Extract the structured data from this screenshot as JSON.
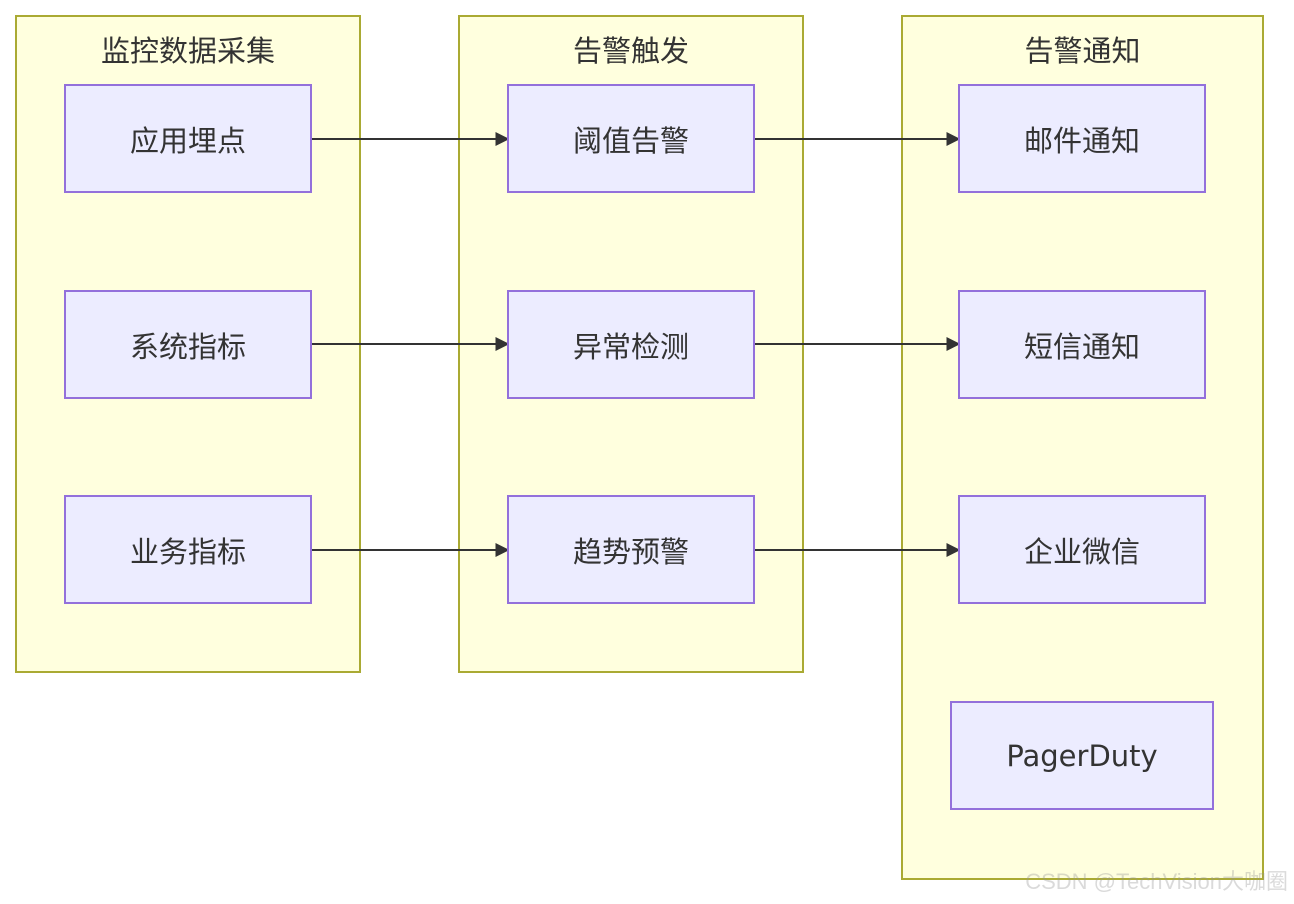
{
  "clusters": {
    "collect": {
      "title": "监控数据采集"
    },
    "trigger": {
      "title": "告警触发"
    },
    "notify": {
      "title": "告警通知"
    }
  },
  "nodes": {
    "app_tracing": "应用埋点",
    "system_metrics": "系统指标",
    "business_metrics": "业务指标",
    "threshold_alert": "阈值告警",
    "anomaly_detection": "异常检测",
    "trend_warning": "趋势预警",
    "email_notify": "邮件通知",
    "sms_notify": "短信通知",
    "wecom": "企业微信",
    "pagerduty": "PagerDuty"
  },
  "edges": [
    {
      "from": "app_tracing",
      "to": "threshold_alert"
    },
    {
      "from": "system_metrics",
      "to": "anomaly_detection"
    },
    {
      "from": "business_metrics",
      "to": "trend_warning"
    },
    {
      "from": "threshold_alert",
      "to": "email_notify"
    },
    {
      "from": "anomaly_detection",
      "to": "sms_notify"
    },
    {
      "from": "trend_warning",
      "to": "wecom"
    }
  ],
  "colors": {
    "cluster_fill": "#ffffde",
    "cluster_border": "#aaaa33",
    "node_fill": "#ececff",
    "node_border": "#9370db",
    "edge": "#333333"
  },
  "watermark": "CSDN @TechVision大咖圈"
}
